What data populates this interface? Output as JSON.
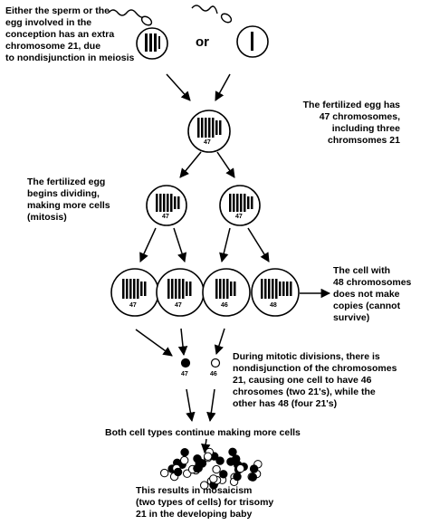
{
  "labels": {
    "sperm_or_egg": "Either the sperm or the\negg involved in the\nconception has an extra\nchromosome 21, due\nto nondisjunction in meiosis",
    "or": "or",
    "fertilized_egg": "The fertilized egg has\n47 chromosomes,\nincluding three\nchromsomes 21",
    "dividing": "The fertilized egg\nbegins dividing,\nmaking more cells\n(mitosis)",
    "cell_48": "The cell with\n48 chromosomes\ndoes not make\ncopies (cannot\nsurvive)",
    "nondisjunction": "During mitotic divisions, there is\nnondisjunction of the chromosomes\n21, causing one cell to have 46\nchrosomes (two 21's), while the\nother has 48 (four 21's)",
    "continue": "Both cell types continue making more cells",
    "result": "This results in mosaicism\n(two types of cells) for trisomy\n21 in the developing baby"
  },
  "cell_counts": {
    "zygote": "47",
    "gen2_left": "47",
    "gen2_right": "47",
    "gen3_a": "47",
    "gen3_b": "47",
    "gen3_c": "46",
    "gen3_d": "48",
    "dot_black": "47",
    "dot_white": "46"
  }
}
